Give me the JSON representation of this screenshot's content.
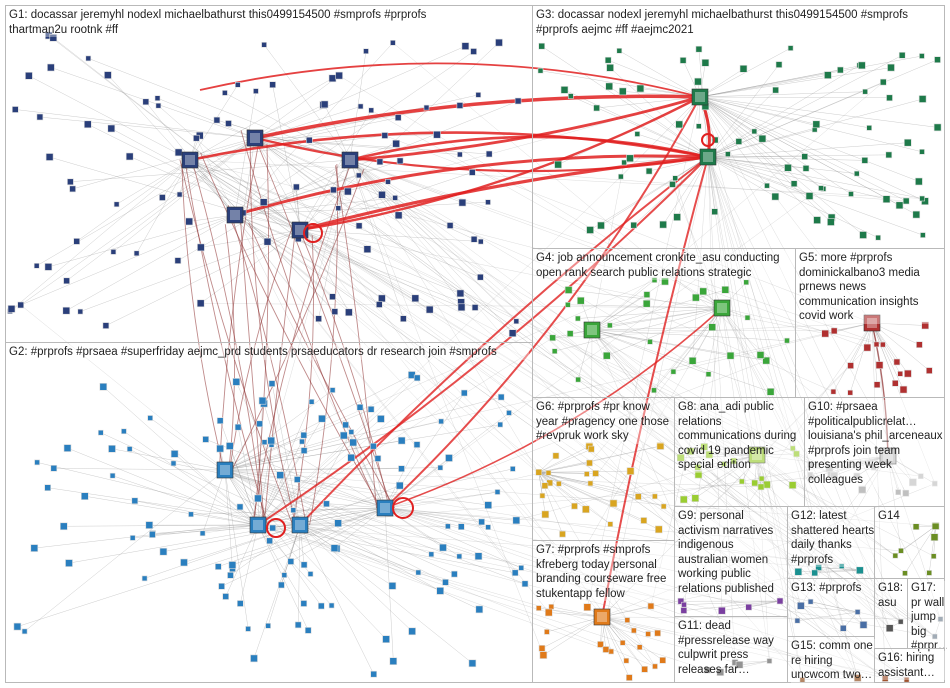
{
  "figure": {
    "kind": "network-graph",
    "description_visible": "NodeXL social network map of Twitter users grouped into clusters G1–G18",
    "colors": {
      "background": "#ffffff",
      "panel_border": "#b9b9b9",
      "edge_gray": "#8f8f8f",
      "edge_red": "#e02020",
      "edge_dark_red": "#8a2a2a",
      "group_colors": {
        "G1": "#2a3f7a",
        "G2": "#2a7fbf",
        "G3": "#1e7a4a",
        "G4": "#3aa63a",
        "G5": "#b03030",
        "G6": "#d9a520",
        "G7": "#e07a1a",
        "G8": "#9acd32",
        "G9": "#7a3fa0",
        "G10": "#c0c0c0",
        "G11": "#5a5a5a",
        "G12": "#1a9090",
        "G13": "#4a6fa5",
        "G14": "#6b8e23",
        "G15": "#8b4513",
        "G16": "#a0522d",
        "G17": "#708090",
        "G18": "#555555"
      }
    }
  },
  "groups": [
    {
      "id": "G1",
      "label": "G1: docassar jeremyhl nodexl michaelbathurst this0499154500 #smprofs #prprofs thartman2u rootnk #ff"
    },
    {
      "id": "G2",
      "label": "G2: #prprofs #prsaea #superfriday aejmc_prd students prsaeducators dr research join #smprofs"
    },
    {
      "id": "G3",
      "label": "G3: docassar nodexl jeremyhl michaelbathurst this0499154500 #smprofs #prprofs aejmc #ff #aejmc2021"
    },
    {
      "id": "G4",
      "label": "G4: job announcement cronkite_asu conducting open rank search public relations strategic"
    },
    {
      "id": "G5",
      "label": "G5: more #prprofs dominickalbano3 media prnews news communication insights covid work"
    },
    {
      "id": "G6",
      "label": "G6: #prprofs #pr know year #pragency one those #revpruk work sky"
    },
    {
      "id": "G7",
      "label": "G7: #prprofs #smprofs kfreberg today personal branding courseware free stukentapp fellow"
    },
    {
      "id": "G8",
      "label": "G8: ana_adi public relations communications during covid 19 pandemic special edition"
    },
    {
      "id": "G9",
      "label": "G9: personal activism narratives indigenous australian women working public relations published"
    },
    {
      "id": "G10",
      "label": "G10: #prsaea #politicalpublicrelat… louisiana's phil_arceneaux #prprofs join team presenting week colleagues"
    },
    {
      "id": "G11",
      "label": "G11: dead #pressrelease way culpwrit press releases far…"
    },
    {
      "id": "G12",
      "label": "G12: latest shattered hearts daily thanks #prprofs"
    },
    {
      "id": "G13",
      "label": "G13: #prprofs"
    },
    {
      "id": "G14",
      "label": "G14"
    },
    {
      "id": "G15",
      "label": "G15: comm one re hiring uncwcom two…"
    },
    {
      "id": "G16",
      "label": "G16: hiring assistant…"
    },
    {
      "id": "G17",
      "label": "G17: pr wall jump big #prpr…"
    },
    {
      "id": "G18",
      "label": "G18: asu"
    }
  ]
}
